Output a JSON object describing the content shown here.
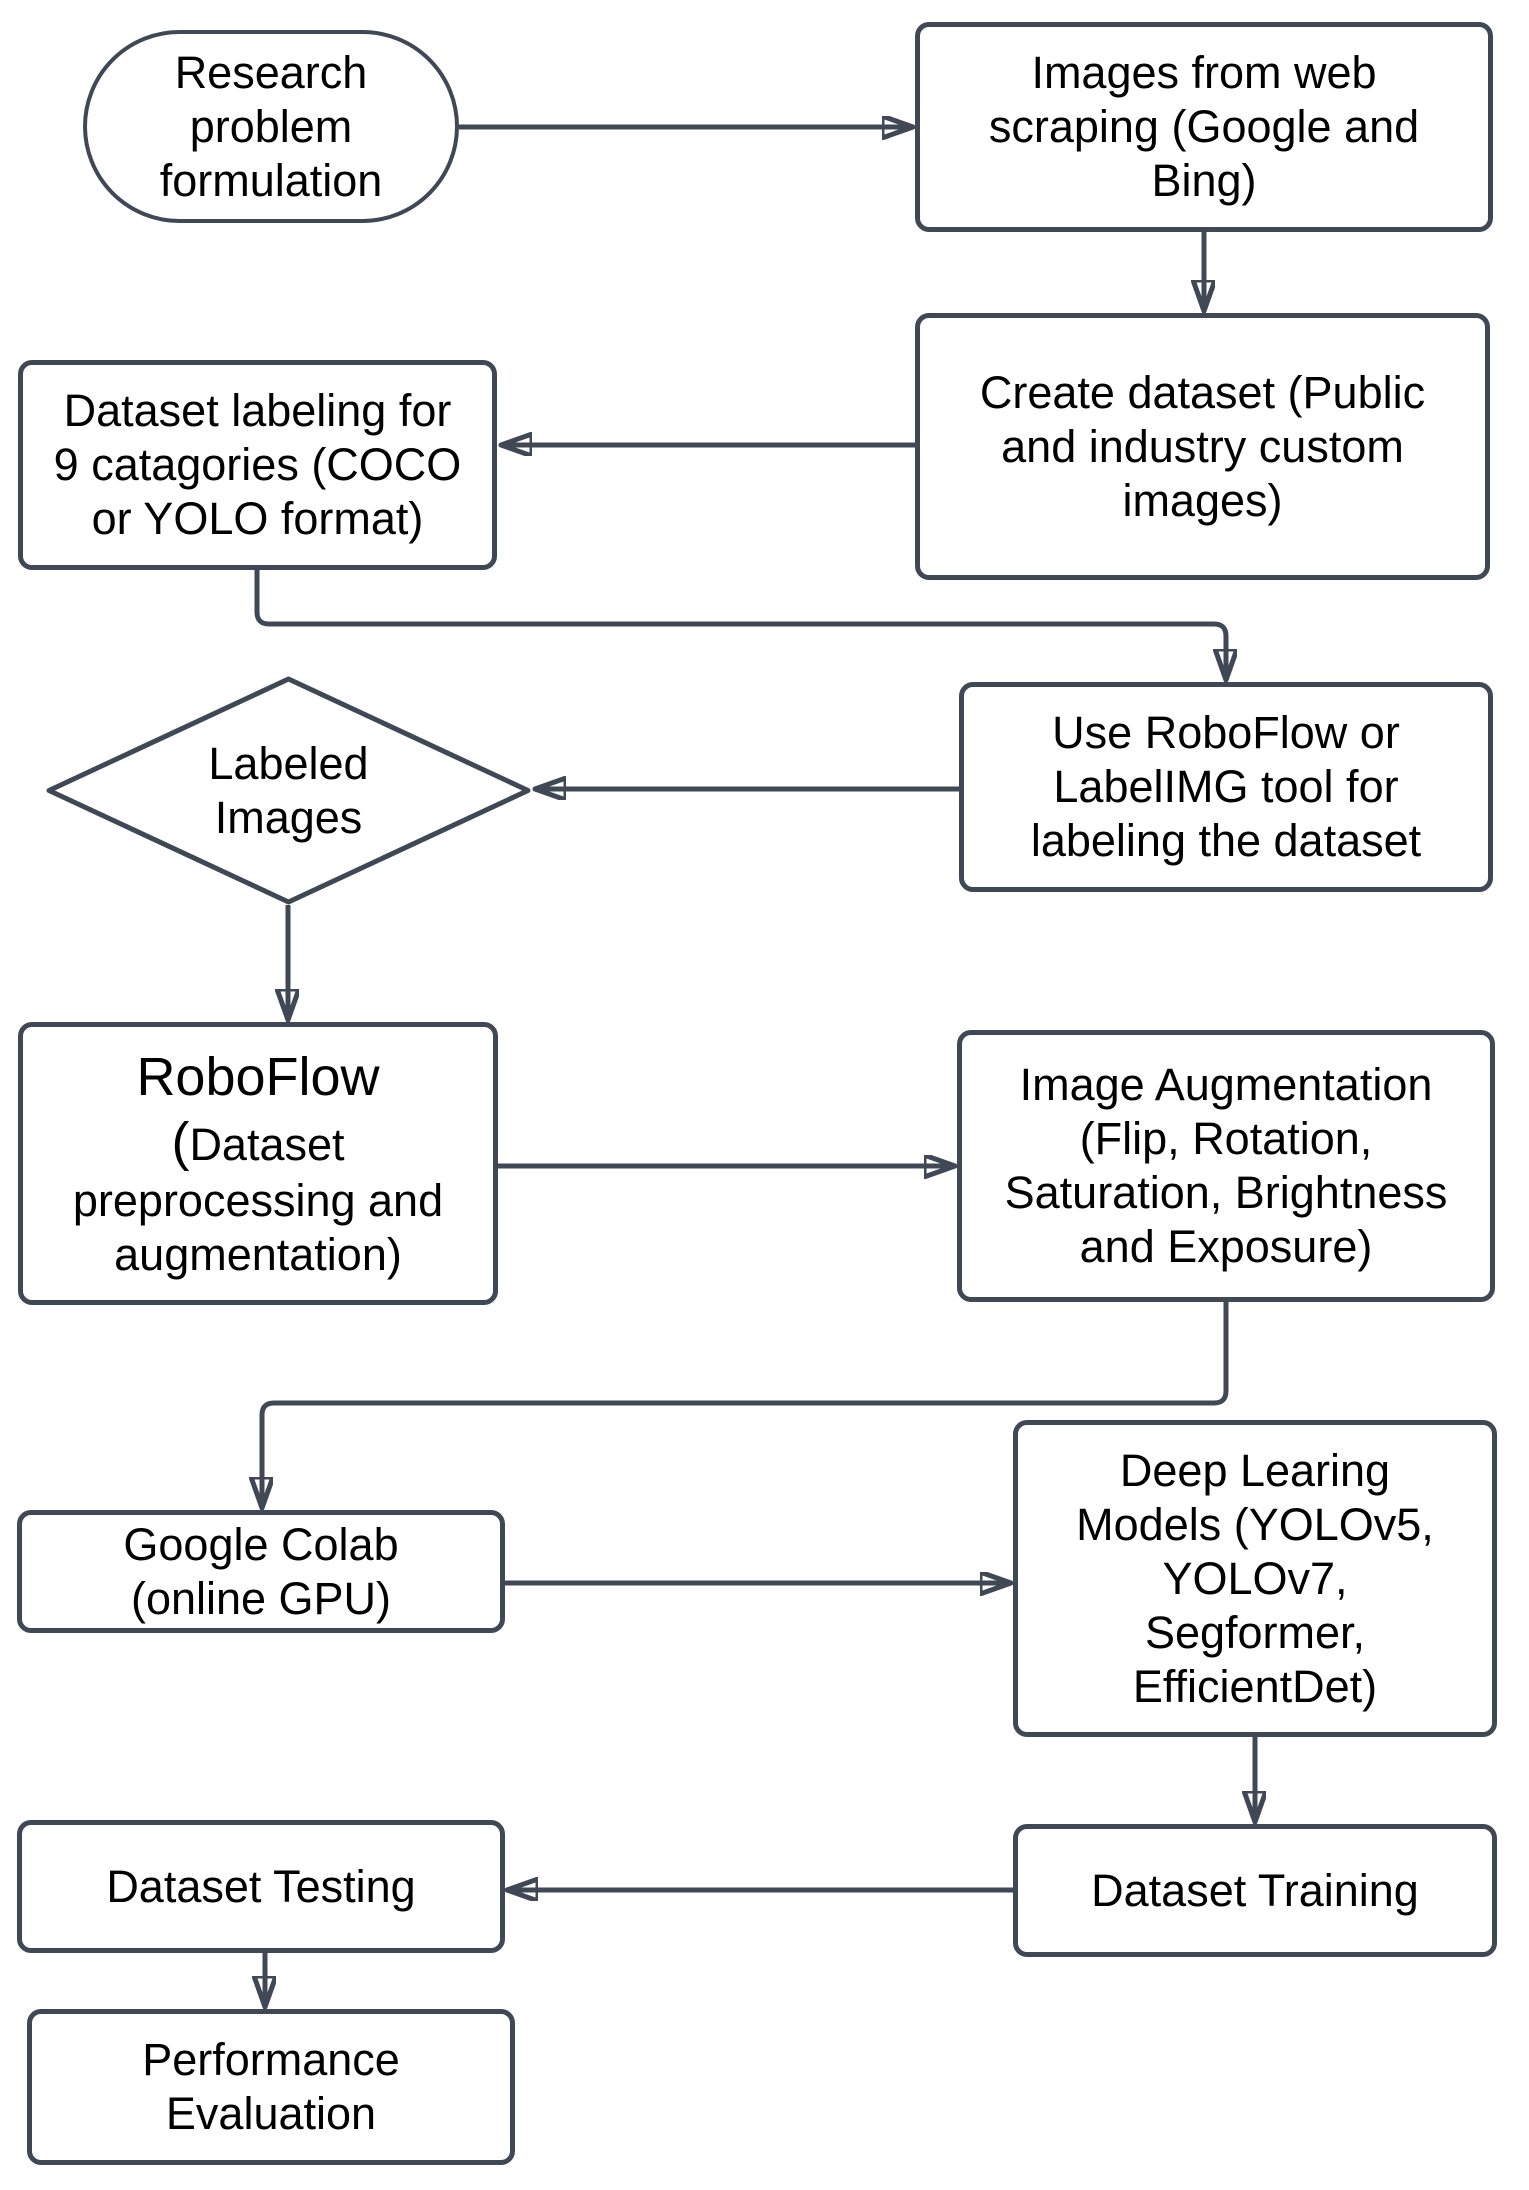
{
  "theme": {
    "page_bg": "#ffffff",
    "stroke_color": "#414855",
    "node_fill": "#ffffff",
    "text_color": "#000000"
  },
  "nodes": {
    "research": {
      "label": "Research\nproblem\nformulation"
    },
    "web_scraping": {
      "label": "Images from web\nscraping (Google and\nBing)"
    },
    "create_dataset": {
      "label": "Create dataset (Public\nand industry custom\nimages)"
    },
    "dataset_labeling": {
      "label": "Dataset labeling for\n9 catagories (COCO\nor YOLO format)"
    },
    "labeling_tool": {
      "label": "Use RoboFlow or\nLabelIMG tool for\nlabeling the dataset"
    },
    "labeled_images": {
      "label": "Labeled\nImages"
    },
    "roboflow": {
      "title": "RoboFlow",
      "paren": "(",
      "subtitle": "Dataset\npreprocessing and\naugmentation)"
    },
    "image_augmentation": {
      "label": "Image Augmentation\n(Flip, Rotation,\nSaturation, Brightness\nand Exposure)"
    },
    "google_colab": {
      "label": "Google Colab\n(online GPU)"
    },
    "dl_models": {
      "label": "Deep Learing\nModels (YOLOv5,\nYOLOv7,\nSegformer,\nEfficientDet)"
    },
    "dataset_training": {
      "label": "Dataset Training"
    },
    "dataset_testing": {
      "label": "Dataset Testing"
    },
    "performance_evaluation": {
      "label": "Performance\nEvaluation"
    }
  },
  "edges": [
    {
      "from": "research-problem-formulation",
      "to": "images-from-web-scraping"
    },
    {
      "from": "images-from-web-scraping",
      "to": "create-dataset"
    },
    {
      "from": "create-dataset",
      "to": "dataset-labeling"
    },
    {
      "from": "dataset-labeling",
      "to": "labeling-tool"
    },
    {
      "from": "labeling-tool",
      "to": "labeled-images"
    },
    {
      "from": "labeled-images",
      "to": "roboflow"
    },
    {
      "from": "roboflow",
      "to": "image-augmentation"
    },
    {
      "from": "image-augmentation",
      "to": "google-colab"
    },
    {
      "from": "google-colab",
      "to": "deep-learning-models"
    },
    {
      "from": "deep-learning-models",
      "to": "dataset-training"
    },
    {
      "from": "dataset-training",
      "to": "dataset-testing"
    },
    {
      "from": "dataset-testing",
      "to": "performance-evaluation"
    }
  ]
}
